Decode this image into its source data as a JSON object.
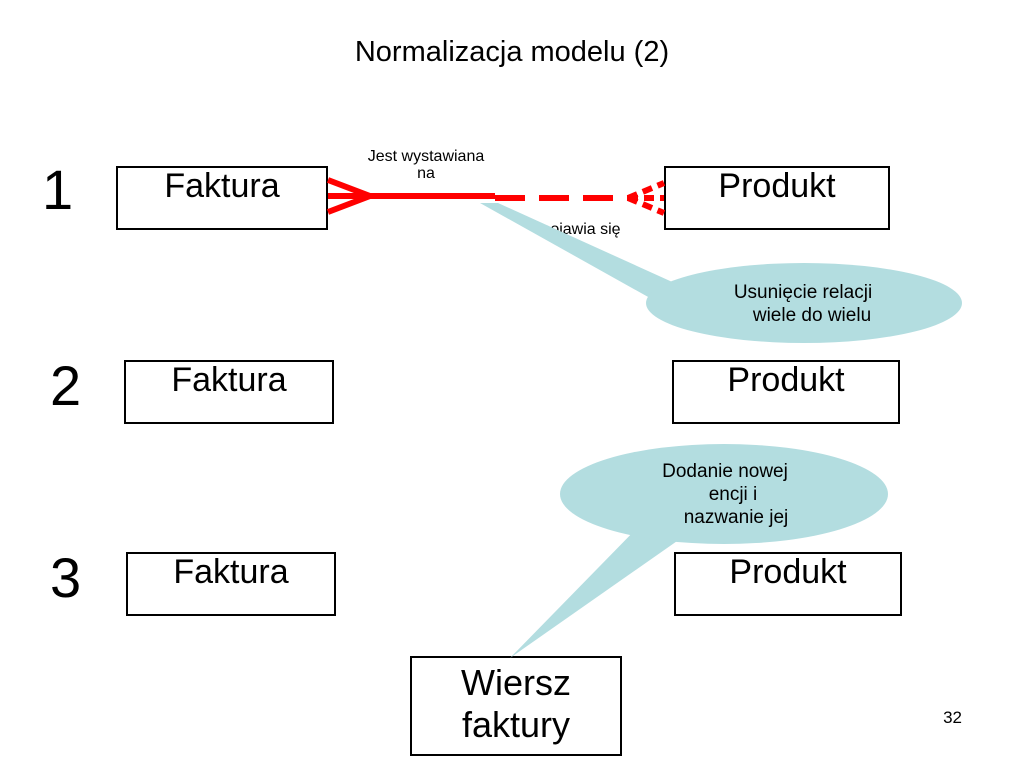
{
  "title": "Normalizacja modelu (2)",
  "steps": [
    "1",
    "2",
    "3"
  ],
  "entities": {
    "faktura": "Faktura",
    "produkt": "Produkt",
    "wiersz_line1": "Wiersz",
    "wiersz_line2": "faktury"
  },
  "relation": {
    "label_top_line1": "Jest wystawiana",
    "label_top_line2": "na",
    "label_bottom": "pojawia się",
    "line_color": "#ff0000"
  },
  "callouts": {
    "remove_line1": "Usunięcie relacji",
    "remove_line2": "wiele do wielu",
    "add_line1": "Dodanie nowej",
    "add_line2": "encji i",
    "add_line3": "nazwanie jej",
    "bubble_color": "#b3dde0"
  },
  "page_number": "32"
}
